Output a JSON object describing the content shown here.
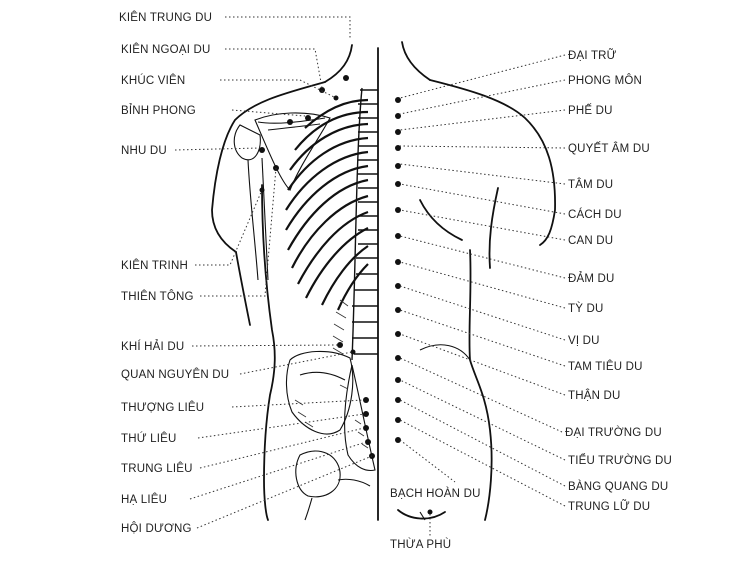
{
  "left_labels": [
    "KIÊN TRUNG DU",
    "KIÊN NGOẠI DU",
    "KHÚC VIÊN",
    "BỈNH PHONG",
    "NHU DU",
    "KIÊN TRINH",
    "THIÊN TÔNG",
    "KHÍ HẢI DU",
    "QUAN NGUYÊN DU",
    "THƯỢNG LIÊU",
    "THỨ LIÊU",
    "TRUNG LIÊU",
    "HẠ LIÊU",
    "HỘI DƯƠNG"
  ],
  "right_labels": [
    "ĐẠI TRỮ",
    "PHONG MÔN",
    "PHẾ DU",
    "QUYẾT ÂM DU",
    "TÂM DU",
    "CÁCH DU",
    "CAN DU",
    "ĐẢM DU",
    "TỲ DU",
    "VỊ DU",
    "TAM TIÊU DU",
    "THẬN DU",
    "ĐẠI TRƯỜNG DU",
    "TIỂU TRƯỜNG DU",
    "BÀNG QUANG DU",
    "TRUNG LỮ DU"
  ],
  "bottom_labels": [
    "BẠCH HOÀN DU",
    "THỪA PHÙ"
  ]
}
